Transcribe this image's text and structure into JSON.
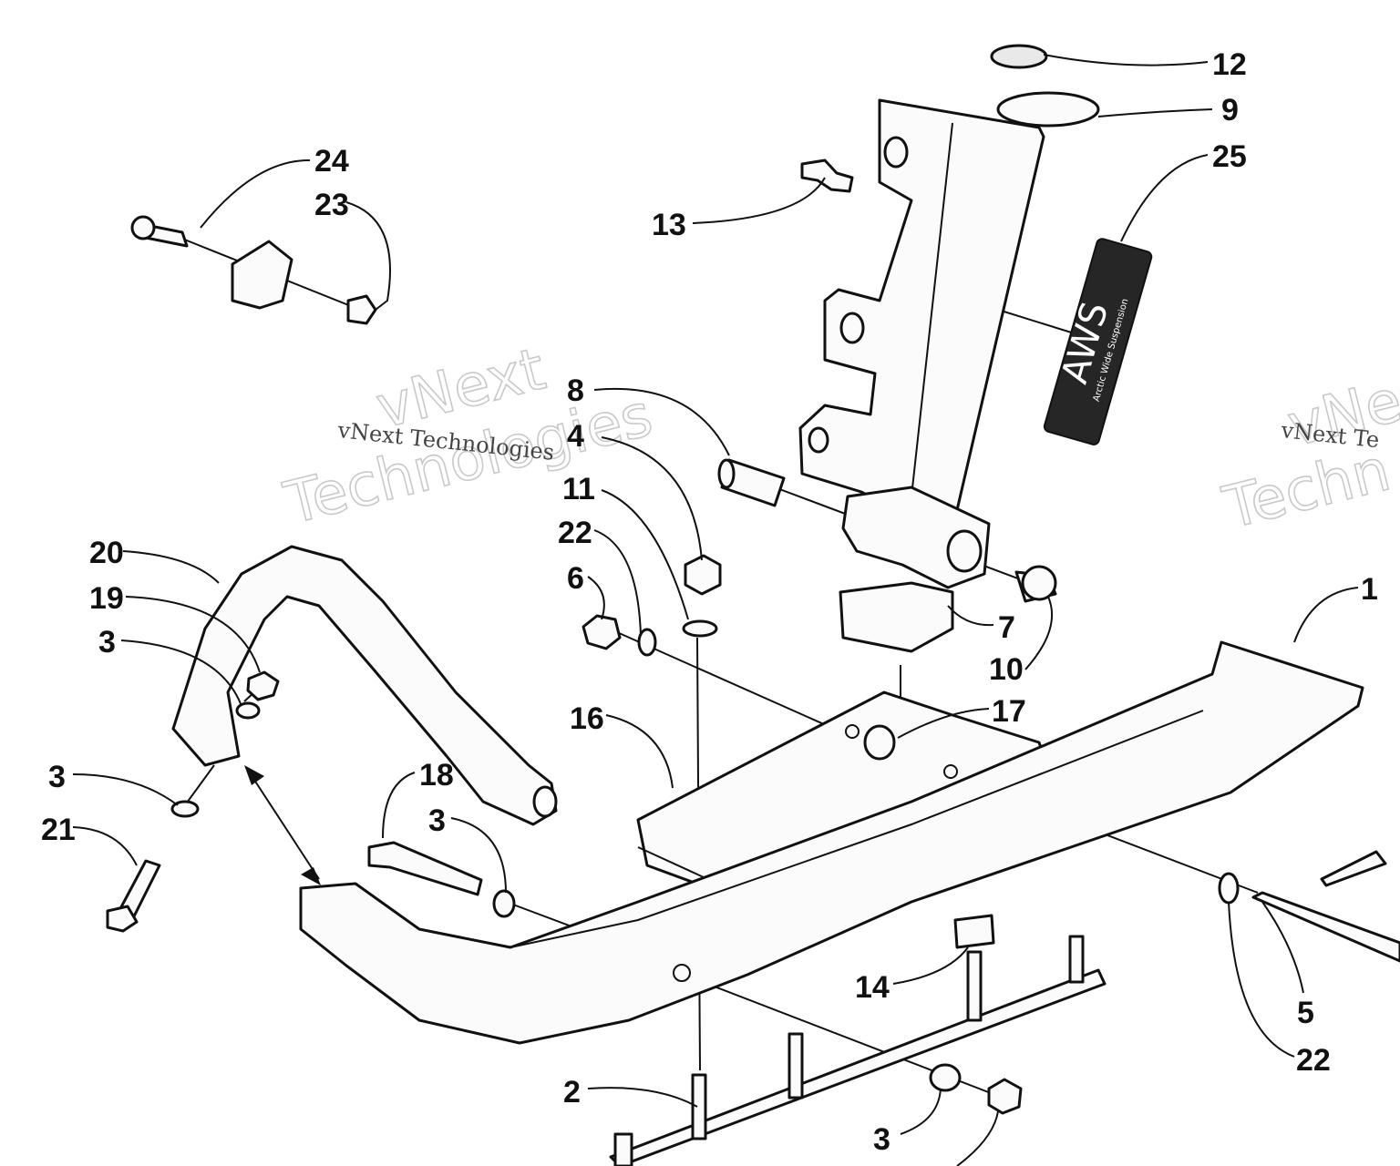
{
  "watermark": {
    "large_line1": "vNext",
    "large_line2": "Technologies",
    "small_line": "vNext Technologies",
    "right_large_line1": "vNe",
    "right_large_line2": "Techn",
    "right_small_line": "vNext Te"
  },
  "decal": {
    "logo_text": "AWS",
    "sub_text": "Arctic Wide Suspension"
  },
  "callouts": {
    "c1": "1",
    "c2": "2",
    "c3a": "3",
    "c3b": "3",
    "c3c": "3",
    "c3d": "3",
    "c4": "4",
    "c5": "5",
    "c6": "6",
    "c7": "7",
    "c8": "8",
    "c9": "9",
    "c10": "10",
    "c11": "11",
    "c12": "12",
    "c13": "13",
    "c14": "14",
    "c16": "16",
    "c17": "17",
    "c18": "18",
    "c19": "19",
    "c20": "20",
    "c21": "21",
    "c22a": "22",
    "c22b": "22",
    "c23": "23",
    "c24": "24",
    "c25": "25"
  }
}
